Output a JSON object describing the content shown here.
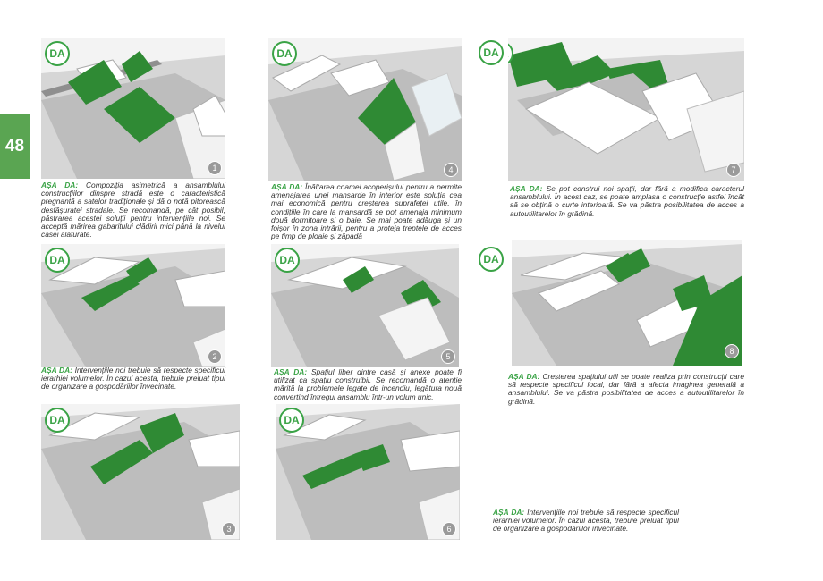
{
  "page_number": "48",
  "badge_label": "DA",
  "colors": {
    "accent": "#3aa346",
    "tab": "#5aa552",
    "roof_green": "#2f8a34",
    "ground": "#c9c9c9"
  },
  "panels": [
    {
      "number": "1",
      "lead": "AȘA DA:",
      "text": " Compoziția asimetrică a ansamblului construcțiilor dinspre stradă este o caracteristică pregnantă a satelor tradiționale și dă o notă pitorească desfășuratei stradale. Se recomandă, pe cât posibil, păstrarea acestei soluții pentru intervențiile noi. Se acceptă mărirea gabaritului clădirii mici până la nivelul casei alăturate."
    },
    {
      "number": "2",
      "lead": "AȘA DA:",
      "text": " Intervențiile noi trebuie să respecte specificul ierarhiei volumelor. În cazul acesta, trebuie preluat tipul de organizare a gospodăriilor învecinate."
    },
    {
      "number": "3",
      "lead": "",
      "text": ""
    },
    {
      "number": "4",
      "lead": "AȘA DA:",
      "text": " Înălțarea coamei acoperișului pentru a permite amenajarea unei mansarde în interior este soluția cea mai economică pentru creșterea suprafeței utile, în condițiile în care la mansardă se pot amenaja minimum două dormitoare și o baie. Se mai poate adăuga și un foișor în zona intrării, pentru a proteja treptele de acces pe timp de ploaie și zăpadă"
    },
    {
      "number": "5",
      "lead": "AȘA DA:",
      "text": " Spațiul liber dintre casă și anexe poate fi utilizat ca spațiu construibil. Se recomandă o atenție mărită la problemele legate de incendiu, legătura nouă convertind întregul ansamblu într-un volum unic."
    },
    {
      "number": "6",
      "lead": "",
      "text": ""
    },
    {
      "number": "7",
      "lead": "AȘA DA:",
      "text": " Se pot construi noi spații, dar fără a modifica caracterul ansamblului. În acest caz, se poate amplasa o construcție astfel încât să se obțină o curte interioară. Se va păstra posibilitatea de acces a autoutilitarelor în grădină."
    },
    {
      "number": "8",
      "lead": "AȘA DA:",
      "text": " Creșterea spațiului util se poate realiza prin construcții care să respecte specificul local, dar fără a afecta imaginea generală a ansamblului. Se va păstra posibilitatea de acces a autoutilitarelor în grădină."
    }
  ],
  "extra_caption": {
    "lead": "AȘA DA:",
    "text": " Intervențiile noi trebuie să respecte specificul ierarhiei volumelor. În cazul acesta, trebuie preluat tipul de organizare a gospodăriilor învecinate."
  }
}
